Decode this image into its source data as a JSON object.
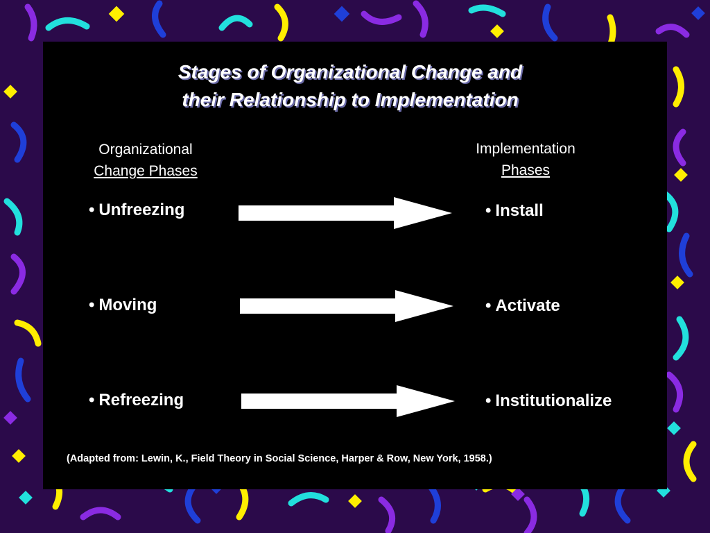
{
  "title": {
    "line1": "Stages of Organizational Change and",
    "line2": "their Relationship to Implementation"
  },
  "left_column": {
    "heading_line1": "Organizational",
    "heading_line2": "Change Phases",
    "items": [
      "Unfreezing",
      "Moving",
      "Refreezing"
    ]
  },
  "right_column": {
    "heading_line1": "Implementation",
    "heading_line2": "Phases",
    "items": [
      "Install",
      "Activate",
      "Institutionalize"
    ]
  },
  "bullet": "•",
  "citation": "(Adapted from: Lewin, K., Field Theory in Social Science, Harper & Row, New York, 1958.)",
  "colors": {
    "border_background": "#2b0a4a",
    "panel": "#000000",
    "text": "#ffffff",
    "arrow": "#ffffff",
    "confetti": [
      "#ffee00",
      "#22e0dd",
      "#8a2be2",
      "#1f3fd8"
    ]
  }
}
